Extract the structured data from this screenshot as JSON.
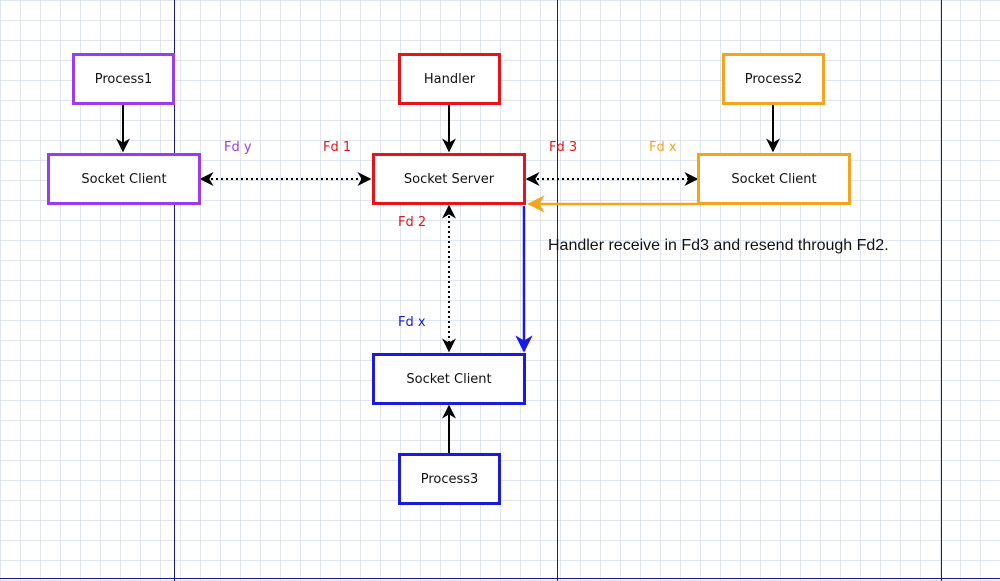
{
  "colors": {
    "purple": "#9b3cf0",
    "red": "#e8141b",
    "orange": "#f5a41d",
    "blue": "#1a1ae0",
    "black": "#000000",
    "page_line": "#1a1a8c"
  },
  "nodes": {
    "process1": "Process1",
    "client_left": "Socket Client",
    "handler": "Handler",
    "server": "Socket Server",
    "process2": "Process2",
    "client_right": "Socket Client",
    "client_bottom": "Socket Client",
    "process3": "Process3"
  },
  "edge_labels": {
    "fd_y": "Fd y",
    "fd_1": "Fd 1",
    "fd_3": "Fd 3",
    "fd_x_right": "Fd x",
    "fd_2": "Fd 2",
    "fd_x_bottom": "Fd x"
  },
  "note": "Handler receive in Fd3 and resend through Fd2."
}
